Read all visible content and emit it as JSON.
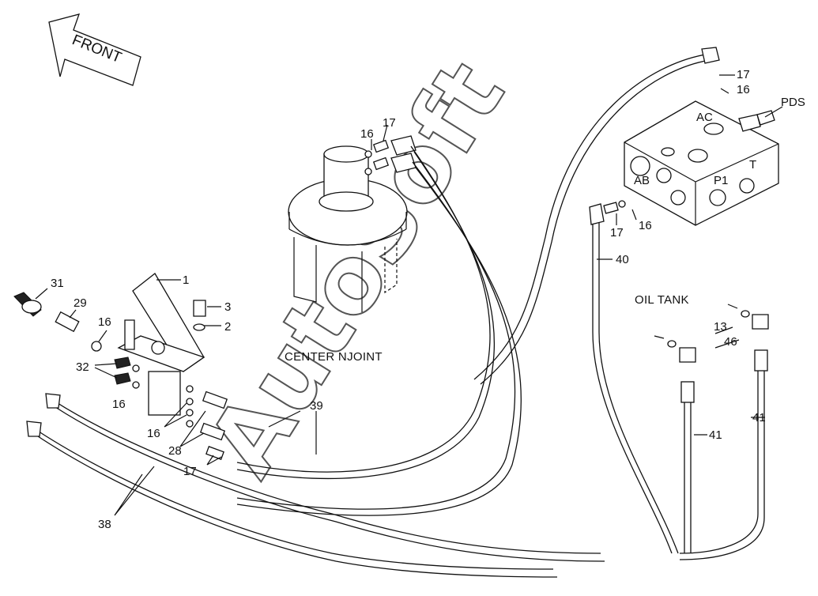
{
  "diagram": {
    "front_label": "FRONT",
    "watermark": "AutoSoft",
    "labels": {
      "center_joint": "CENTER NJOINT",
      "oil_tank": "OIL TANK",
      "pds": "PDS",
      "ac": "AC",
      "ab": "AB",
      "p1": "P1",
      "t": "T"
    },
    "callouts": {
      "c1": "1",
      "c2": "2",
      "c3": "3",
      "c13": "13",
      "c16_a": "16",
      "c16_b": "16",
      "c16_c": "16",
      "c16_d": "16",
      "c16_e": "16",
      "c16_f": "16",
      "c17_a": "17",
      "c17_b": "17",
      "c17_c": "17",
      "c17_d": "17",
      "c28": "28",
      "c29": "29",
      "c31": "31",
      "c32": "32",
      "c38": "38",
      "c39": "39",
      "c40": "40",
      "c41_a": "41",
      "c41_b": "41",
      "c46": "46"
    }
  }
}
